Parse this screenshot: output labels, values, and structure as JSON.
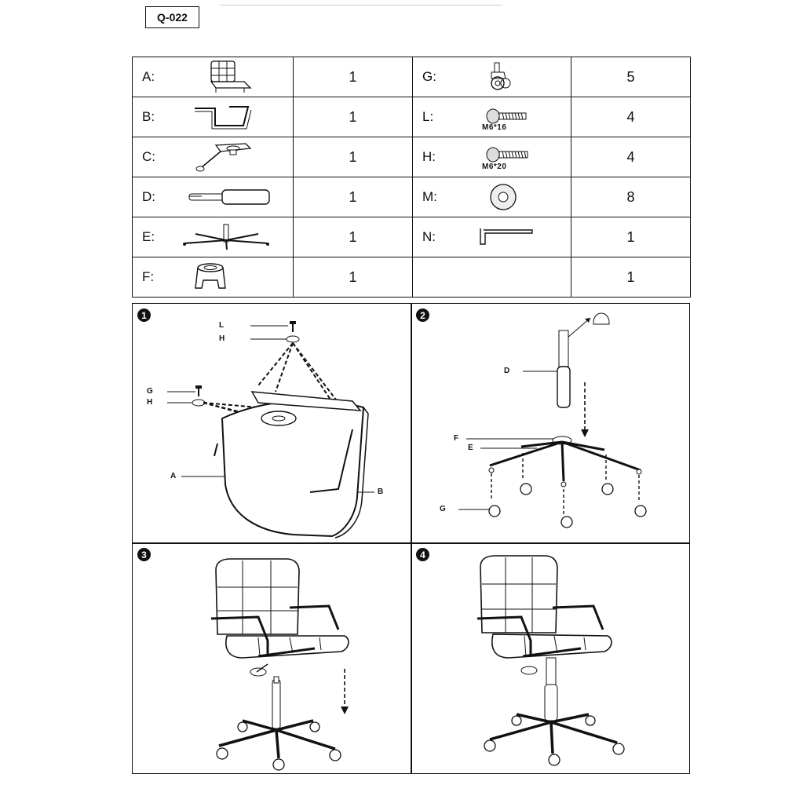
{
  "model": "Q-022",
  "parts": {
    "left": [
      {
        "letter": "A:",
        "qty": "1",
        "icon": "seat-backrest-icon"
      },
      {
        "letter": "B:",
        "qty": "1",
        "icon": "armrest-frame-icon"
      },
      {
        "letter": "C:",
        "qty": "1",
        "icon": "mechanism-plate-icon"
      },
      {
        "letter": "D:",
        "qty": "1",
        "icon": "gas-lift-icon"
      },
      {
        "letter": "E:",
        "qty": "1",
        "icon": "star-base-icon"
      },
      {
        "letter": "F:",
        "qty": "1",
        "icon": "base-cover-icon"
      }
    ],
    "right": [
      {
        "letter": "G:",
        "qty": "5",
        "icon": "caster-icon",
        "label": ""
      },
      {
        "letter": "L:",
        "qty": "4",
        "icon": "bolt-icon",
        "label": "M6*16"
      },
      {
        "letter": "H:",
        "qty": "4",
        "icon": "bolt-icon",
        "label": "M6*20"
      },
      {
        "letter": "M:",
        "qty": "8",
        "icon": "washer-icon",
        "label": ""
      },
      {
        "letter": "N:",
        "qty": "1",
        "icon": "hex-key-icon",
        "label": ""
      },
      {
        "letter": "",
        "qty": "1",
        "icon": "",
        "label": ""
      }
    ]
  },
  "steps": [
    {
      "number": "1",
      "labels": {
        "l": "L",
        "h1": "H",
        "g": "G",
        "h2": "H",
        "a": "A",
        "b": "B"
      }
    },
    {
      "number": "2",
      "labels": {
        "d": "D",
        "f": "F",
        "e": "E",
        "g": "G"
      }
    },
    {
      "number": "3"
    },
    {
      "number": "4"
    }
  ]
}
